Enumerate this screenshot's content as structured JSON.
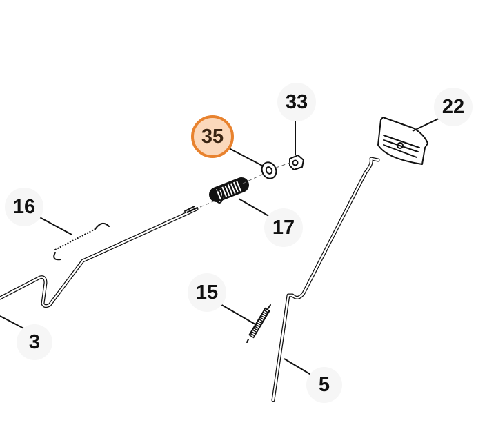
{
  "diagram": {
    "callouts": [
      {
        "id": "3",
        "label": "3"
      },
      {
        "id": "5",
        "label": "5"
      },
      {
        "id": "15",
        "label": "15"
      },
      {
        "id": "16",
        "label": "16"
      },
      {
        "id": "17",
        "label": "17"
      },
      {
        "id": "22",
        "label": "22"
      },
      {
        "id": "33",
        "label": "33"
      },
      {
        "id": "35",
        "label": "35",
        "highlighted": true
      }
    ],
    "colors": {
      "highlight_stroke": "#e8822e",
      "highlight_fill": "#fbd8bb"
    }
  }
}
